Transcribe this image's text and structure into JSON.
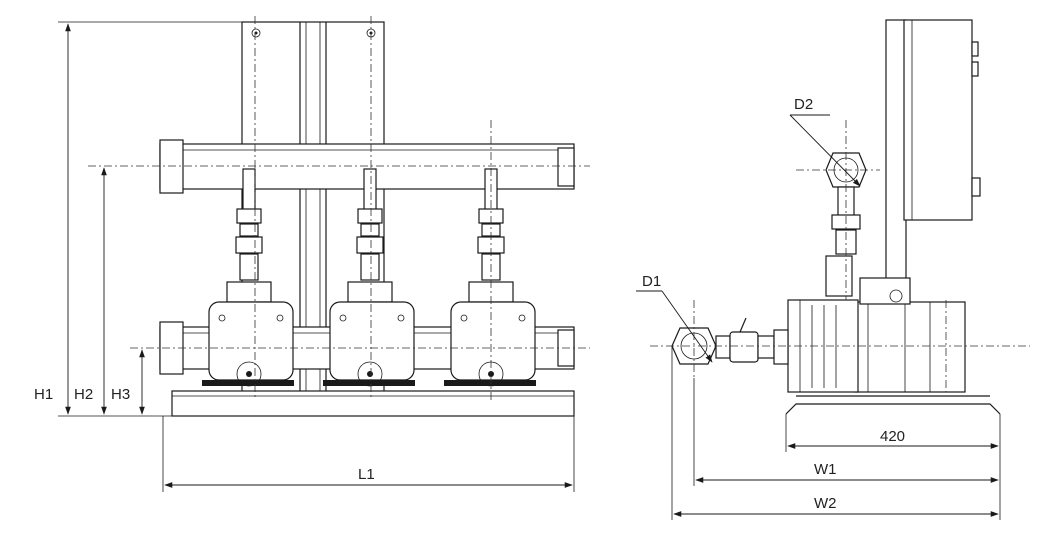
{
  "dimensions": {
    "h1": "H1",
    "h2": "H2",
    "h3": "H3",
    "l1": "L1",
    "d1": "D1",
    "d2": "D2",
    "width_420": "420",
    "w1": "W1",
    "w2": "W2"
  },
  "colors": {
    "line": "#1a1a1a",
    "background": "#ffffff"
  }
}
